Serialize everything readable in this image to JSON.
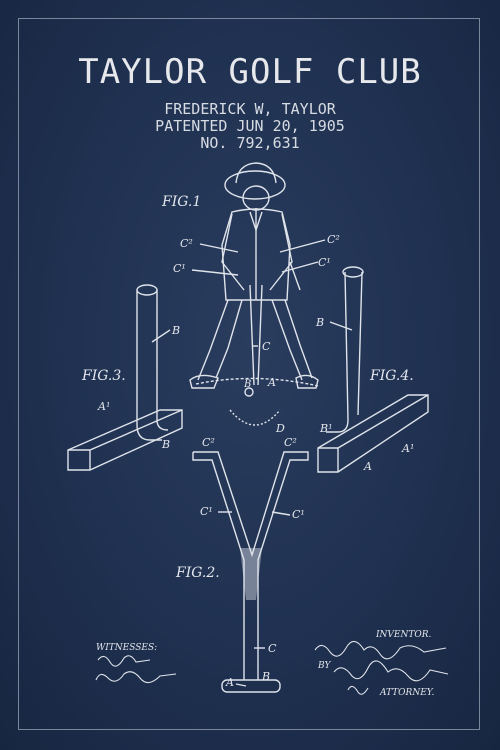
{
  "header": {
    "title": "TAYLOR GOLF CLUB",
    "inventor_line": "FREDERICK W, TAYLOR",
    "patent_line": "PATENTED JUN 20, 1905",
    "number_line": "NO. 792,631"
  },
  "figures": {
    "fig1": "FIG.1",
    "fig2": "FIG.2.",
    "fig3": "FIG.3.",
    "fig4": "FIG.4."
  },
  "labels": {
    "c2": "C²",
    "c1": "C¹",
    "b": "B",
    "c": "C",
    "a": "A",
    "a1": "A¹",
    "b1": "B¹",
    "d": "D"
  },
  "footer": {
    "witnesses": "WITNESSES:",
    "inventor": "INVENTOR.",
    "by": "BY",
    "attorney": "ATTORNEY."
  },
  "colors": {
    "background": "#1f3050",
    "ink": "#dfe3ea"
  }
}
